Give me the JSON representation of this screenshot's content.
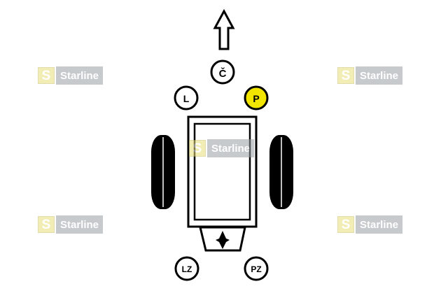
{
  "labels": {
    "front": "Č",
    "left": "L",
    "right": "P",
    "rear_left": "LZ",
    "rear_right": "PZ"
  },
  "highlighted": "right",
  "colors": {
    "highlight": "#f2e600",
    "line": "#000000",
    "background": "#ffffff"
  },
  "watermark": {
    "letter": "S",
    "text": "Starline"
  },
  "icons": {
    "direction": "up-arrow-icon",
    "engine_side": "front-body",
    "gearbox": "transmission-icon"
  }
}
